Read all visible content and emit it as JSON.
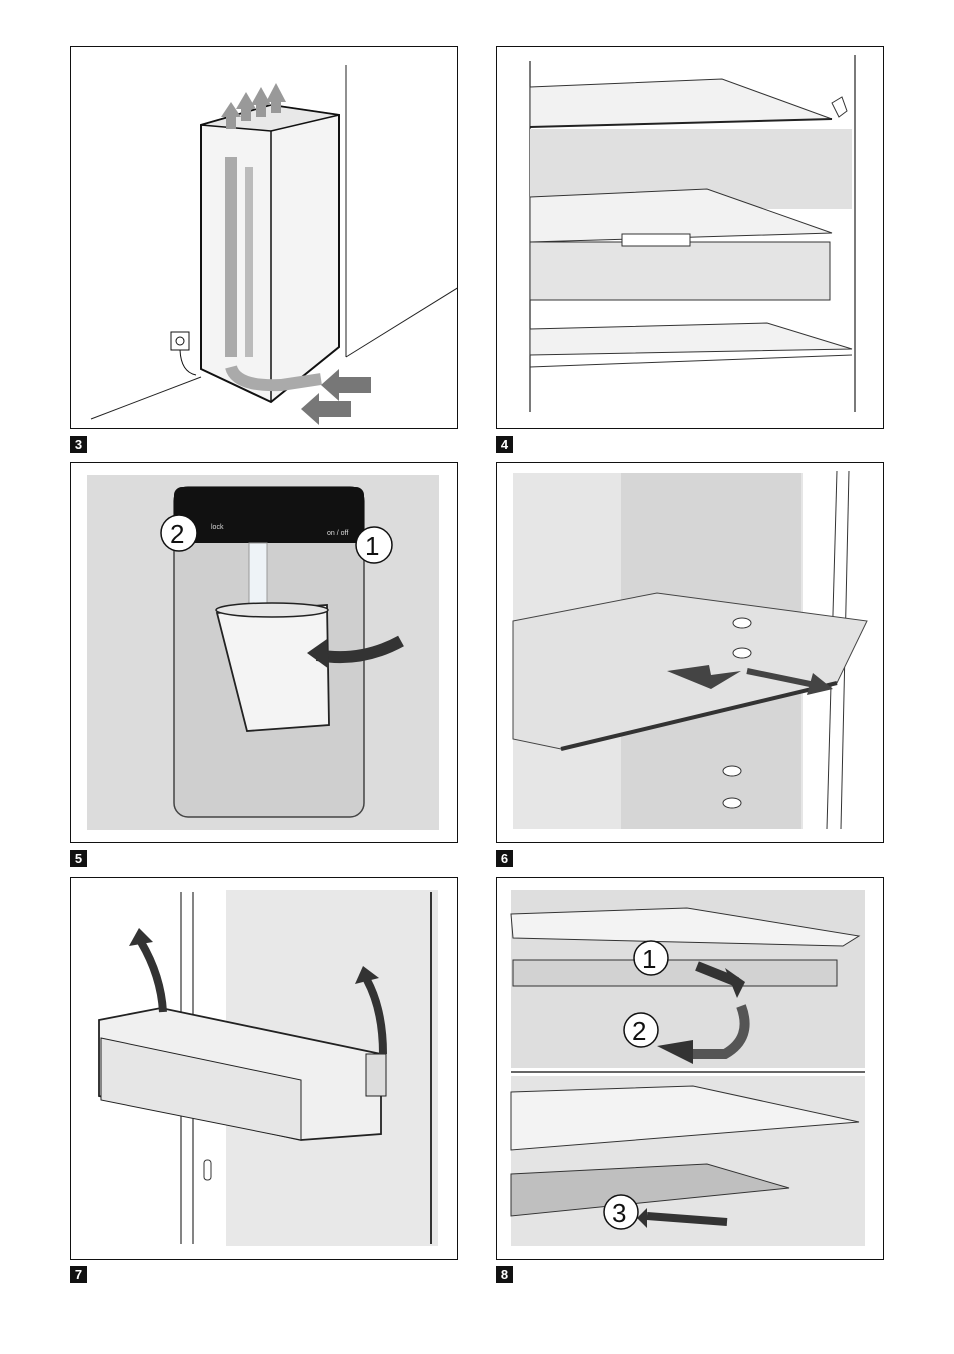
{
  "figures": [
    {
      "number": "3",
      "description_icon": "fridge-airflow-illustration"
    },
    {
      "number": "4",
      "description_icon": "fridge-shelves-illustration"
    },
    {
      "number": "5",
      "description_icon": "water-dispenser-illustration"
    },
    {
      "number": "6",
      "description_icon": "glass-shelf-removal-illustration"
    },
    {
      "number": "7",
      "description_icon": "door-rack-removal-illustration"
    },
    {
      "number": "8",
      "description_icon": "wire-shelf-folding-illustration"
    }
  ],
  "fig5": {
    "callout_left": "2",
    "callout_right": "1",
    "label_lock": "lock",
    "label_onoff": "on / off"
  },
  "fig8": {
    "callout_1": "1",
    "callout_2": "2",
    "callout_3": "3"
  }
}
